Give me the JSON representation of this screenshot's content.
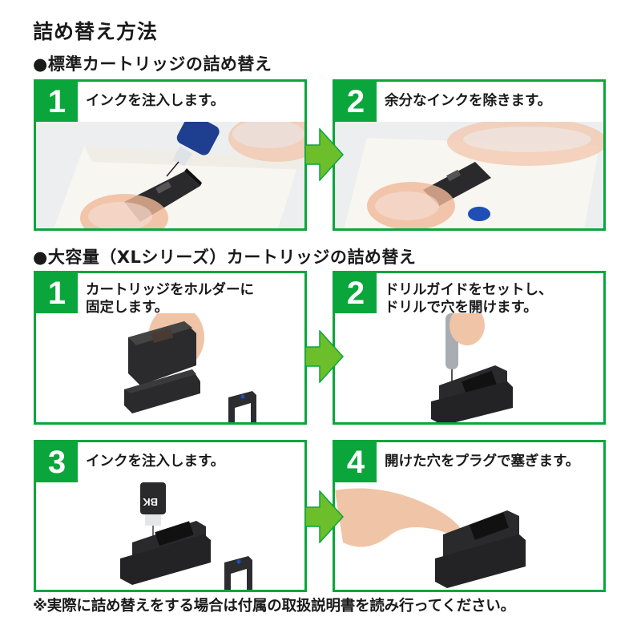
{
  "page": {
    "title": "詰め替え方法",
    "footnote": "※実際に詰め替えをする場合は付属の取扱説明書を読み行ってください。"
  },
  "colors": {
    "accent_green": "#0aa63c",
    "arrow_green": "#6cbf2a",
    "ink_blue": "#1f4fb5"
  },
  "sections": [
    {
      "title": "●標準カートリッジの詰め替え",
      "steps": [
        {
          "number": "1",
          "text": "インクを注入します。",
          "photo": "injecting-ink-into-cartridge-on-paper-towel"
        },
        {
          "number": "2",
          "text": "余分なインクを除きます。",
          "photo": "wiping-excess-ink-with-paper-towel"
        }
      ]
    },
    {
      "title": "●大容量（XLシリーズ）カートリッジの詰め替え",
      "steps": [
        {
          "number": "1",
          "text": "カートリッジをホルダーに\n固定します。",
          "photo": "placing-cartridge-in-holder"
        },
        {
          "number": "2",
          "text": "ドリルガイドをセットし、\nドリルで穴を開けます。",
          "photo": "drilling-hole-with-drill-guide"
        },
        {
          "number": "3",
          "text": "インクを注入します。",
          "photo": "injecting-ink-bk-bottle"
        },
        {
          "number": "4",
          "text": "開けた穴をプラグで塞ぎます。",
          "photo": "sealing-hole-with-plug"
        }
      ]
    }
  ],
  "icons": {
    "arrow": "arrow-right-icon",
    "bullet": "black-circle-bullet"
  }
}
